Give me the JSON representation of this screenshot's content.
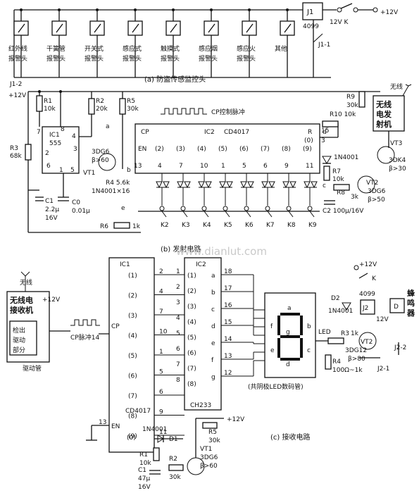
{
  "captions": {
    "a": "(a) 防盗传感监控头",
    "b": "(b) 发射电路",
    "c": "(c) 接收电路"
  },
  "watermark": "www.dianlut.com",
  "sensor": {
    "relay_label": "J1",
    "relay_part": "4099",
    "relay_contact": "J1-1",
    "k_label": "12V  K",
    "plus12v_right": "+12V",
    "items": [
      {
        "l1": "红外线",
        "l2": "报警头"
      },
      {
        "l1": "干簧管",
        "l2": "报警头"
      },
      {
        "l1": "开关式",
        "l2": "报警头"
      },
      {
        "l1": "感应式",
        "l2": "报警头"
      },
      {
        "l1": "触摸式",
        "l2": "报警头"
      },
      {
        "l1": "感应烟",
        "l2": "报警头"
      },
      {
        "l1": "感应火",
        "l2": "报警头"
      },
      {
        "l1": "其他",
        "l2": ""
      }
    ]
  },
  "transmitter": {
    "j12_label": "J1-2",
    "plus12v": "+12V",
    "r1": {
      "name": "R1",
      "value": "10k"
    },
    "r2": {
      "name": "R2",
      "value": "20k"
    },
    "r3": {
      "name": "R3",
      "value": "68k"
    },
    "r5": {
      "name": "R5",
      "value": "30k"
    },
    "r4": {
      "label": "R4 5.6k"
    },
    "r6": {
      "name": "R6",
      "value": "1k"
    },
    "ic1": {
      "name": "IC1",
      "type": "555",
      "pins": {
        "p8": "8",
        "p4": "4",
        "p2": "2",
        "p6": "6",
        "p1": "1",
        "p5": "5",
        "p3": "3",
        "p7": "7"
      }
    },
    "c1": {
      "name": "C1",
      "value": "2.2μ",
      "volt": "16V"
    },
    "c0": {
      "name": "C0",
      "value": "0.01μ"
    },
    "vt1": {
      "name": "VT1",
      "type": "3DG6",
      "beta": "β>60"
    },
    "diodes_note": "1N4001×16",
    "cp_label": "CP控制脉冲",
    "ic2": {
      "cp": "CP",
      "name": "IC2",
      "type": "CD4017",
      "r": "R",
      "r_out": "(0)",
      "pin15": "15",
      "pin3": "3",
      "en": "EN",
      "outputs": [
        {
          "q": "(2)",
          "pin": "4"
        },
        {
          "q": "(3)",
          "pin": "7"
        },
        {
          "q": "(4)",
          "pin": "10"
        },
        {
          "q": "(5)",
          "pin": "1"
        },
        {
          "q": "(6)",
          "pin": "5"
        },
        {
          "q": "(7)",
          "pin": "6"
        },
        {
          "q": "(8)",
          "pin": "9"
        },
        {
          "q": "(9)",
          "pin": "11"
        }
      ],
      "en_pin": "13",
      "b_label": "b",
      "a_label": "a"
    },
    "keys": [
      "K2",
      "K3",
      "K4",
      "K5",
      "K6",
      "K7",
      "K8",
      "K9"
    ],
    "key_e": "e",
    "r10": {
      "label": "R10 10k"
    },
    "d_1n4001": "1N4001",
    "r7": {
      "name": "R7",
      "value": "10k"
    },
    "r8": {
      "name": "R8",
      "value": "3k"
    },
    "c2": {
      "label": "C2 100μ/16V"
    },
    "node_c": "c",
    "node_d": "d",
    "vt2": {
      "name": "VT2",
      "type": "3DG6",
      "beta": "β>50"
    },
    "r9": {
      "name": "R9",
      "value": "30k"
    },
    "wireless_tx": {
      "l1": "无线",
      "l2": "电发",
      "l3": "射机"
    },
    "antenna": "无线",
    "vt3": {
      "name": "VT3",
      "type": "3DK4",
      "beta": "β>30"
    }
  },
  "receiver": {
    "antenna": "无线",
    "rx": {
      "l1": "无线电",
      "l2": "接收机"
    },
    "drive": {
      "l1": "检出",
      "l2": "驱动",
      "l3": "部分"
    },
    "plus12v": "+12V",
    "drive_tube": "驱动管",
    "cp_pulse": "CP脉冲14",
    "ic1": {
      "name": "IC1",
      "cp": "CP",
      "type": "CD4017",
      "en": "EN",
      "en_pin": "13",
      "out0": "(0)",
      "pins": [
        {
          "q": "(1)",
          "pin": "2"
        },
        {
          "q": "(2)",
          "pin": "4"
        },
        {
          "q": "(3)",
          "pin": "7"
        },
        {
          "q": "(4)",
          "pin": "10"
        },
        {
          "q": "(5)",
          "pin": "1"
        },
        {
          "q": "(6)",
          "pin": "5"
        },
        {
          "q": "(7)",
          "pin": "6"
        },
        {
          "q": "(8)",
          "pin": "9"
        },
        {
          "q": "(9)",
          "pin": "11"
        }
      ]
    },
    "ic2": {
      "name": "IC2",
      "type": "CH233",
      "left": [
        {
          "q": "(1)",
          "pin": "1"
        },
        {
          "q": "(2)",
          "pin": "2"
        },
        {
          "q": "(3)",
          "pin": "3"
        },
        {
          "q": "(4)",
          "pin": "4"
        },
        {
          "q": "(5)",
          "pin": "5"
        },
        {
          "q": "(6)",
          "pin": "6"
        },
        {
          "q": "(7)",
          "pin": "7"
        },
        {
          "q": "(8)",
          "pin": "8"
        }
      ],
      "right": [
        {
          "seg": "a",
          "pin": "18"
        },
        {
          "seg": "b",
          "pin": "17"
        },
        {
          "seg": "c",
          "pin": "16"
        },
        {
          "seg": "d",
          "pin": "15"
        },
        {
          "seg": "e",
          "pin": "14"
        },
        {
          "seg": "f",
          "pin": "13"
        },
        {
          "seg": "g",
          "pin": "12"
        }
      ]
    },
    "display": {
      "seg_a": "a",
      "seg_b": "b",
      "seg_c": "c",
      "seg_d": "d",
      "seg_e": "e",
      "seg_f": "f",
      "seg_g": "g",
      "caption": "(共阴极LED数码管)"
    },
    "led": "LED",
    "r3": {
      "name": "R3",
      "value": "1k"
    },
    "r4": {
      "name": "R4",
      "value": "100Ω~1k"
    },
    "vt2": {
      "name": "VT2",
      "type": "3DG12",
      "beta": "β>80"
    },
    "plus12v_right": "+12V",
    "k": "K",
    "j2": "J2",
    "part": "4099",
    "buzzer_d": "D",
    "buzzer": {
      "l1": "蜂",
      "l2": "鸣",
      "l3": "器"
    },
    "d2": {
      "name": "D2",
      "type": "1N4001"
    },
    "plus12v_relay": "12V",
    "j22": "J2-2",
    "j21": "J2-1",
    "d1": {
      "name": "D1",
      "type": "1N4001"
    },
    "r1": {
      "name": "R1",
      "value": "10k"
    },
    "c1": {
      "name": "C1",
      "value": "47μ",
      "volt": "16V"
    },
    "r2": {
      "name": "R2",
      "value": "30k"
    },
    "vt1": {
      "name": "VT1",
      "type": "3DG6",
      "beta": "β>60"
    },
    "plus12v_bottom": "+12V",
    "r5": {
      "name": "R5",
      "value": "30k"
    }
  }
}
